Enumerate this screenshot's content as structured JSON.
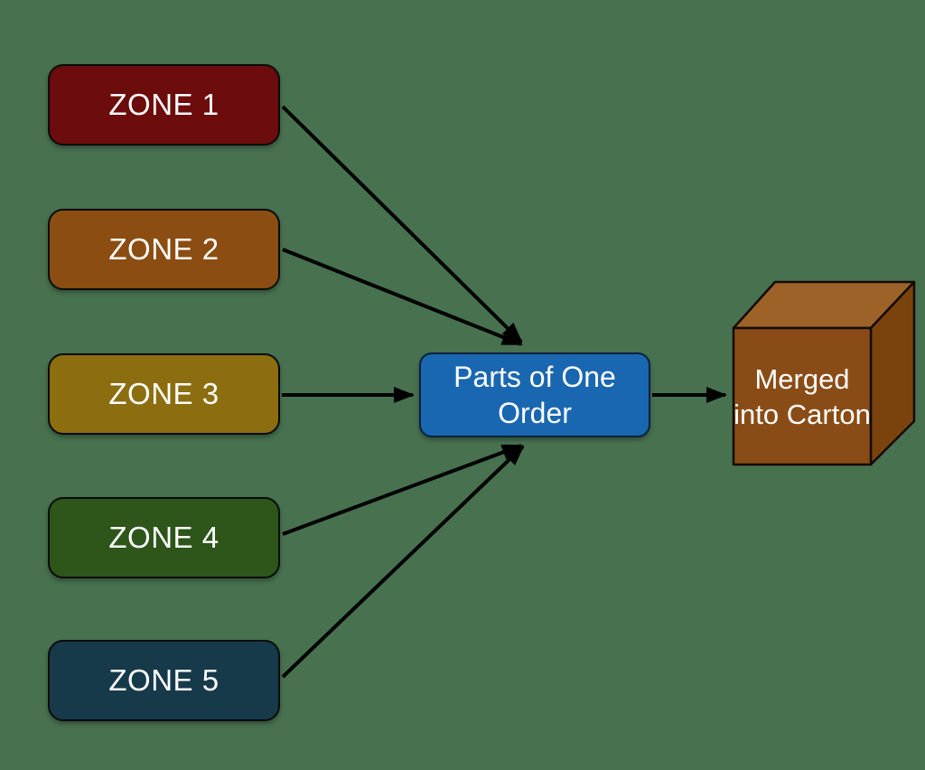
{
  "background_color": "#47714f",
  "arrow_color": "#000000",
  "text_color": "#ffffff",
  "zones": [
    {
      "label": "ZONE 1",
      "color": "#6d0c0c"
    },
    {
      "label": "ZONE 2",
      "color": "#8b4d12"
    },
    {
      "label": "ZONE 3",
      "color": "#8c6e10"
    },
    {
      "label": "ZONE 4",
      "color": "#2e551a"
    },
    {
      "label": "ZONE 5",
      "color": "#173a4b"
    }
  ],
  "merge_node": {
    "label": "Parts of One Order",
    "color": "#1a67b1"
  },
  "carton": {
    "label": "Merged into Carton",
    "front_color": "#8a4c16",
    "top_color": "#9c6227",
    "side_color": "#7a430e"
  }
}
